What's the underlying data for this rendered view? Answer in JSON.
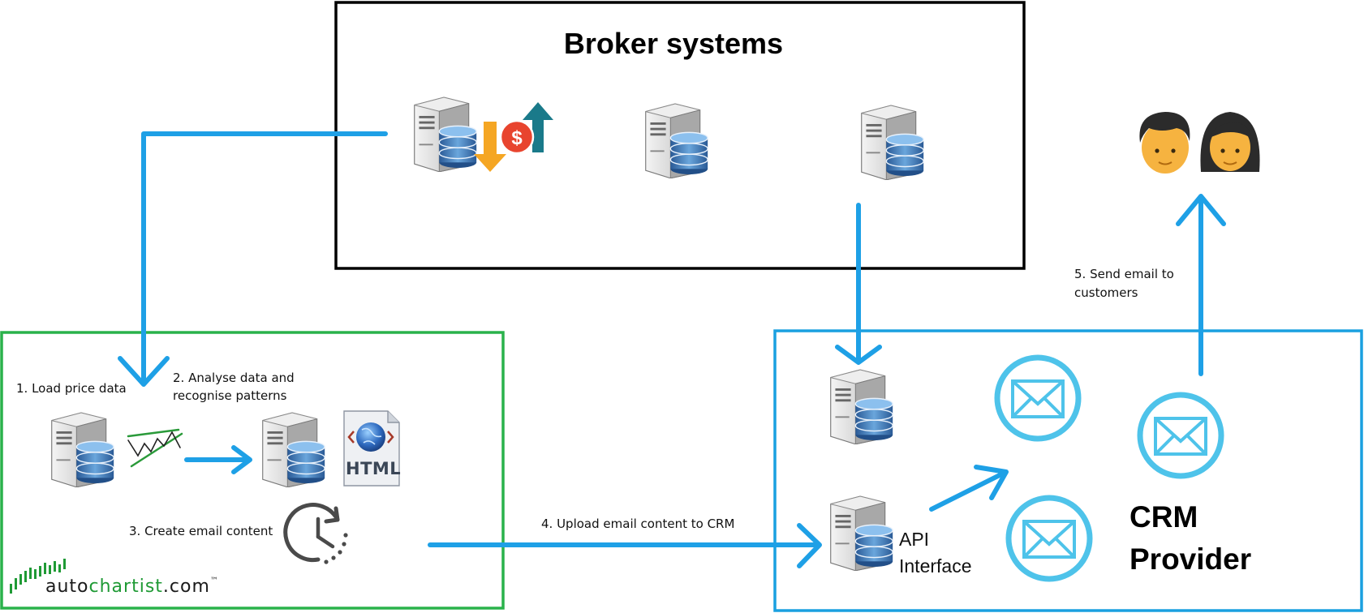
{
  "broker": {
    "title": "Broker systems"
  },
  "steps": {
    "load": "1. Load price data",
    "analyse_line1": "2. Analyse data and",
    "analyse_line2": "recognise patterns",
    "create": "3. Create email content",
    "upload": "4. Upload email content to CRM",
    "send_line1": "5. Send email to",
    "send_line2": "customers"
  },
  "html_badge": "HTML",
  "api": {
    "line1": "API",
    "line2": "Interface"
  },
  "crm": {
    "line1": "CRM",
    "line2": "Provider"
  },
  "logo": {
    "part1": "auto",
    "part2": "chartist",
    "part3": ".com",
    "tm": "™"
  },
  "colors": {
    "arrow": "#1ea0e6",
    "broker_border": "#000000",
    "autochartist_border": "#2ab24b",
    "crm_border": "#1aa0e0",
    "envelope": "#4ec3ea",
    "logo_green": "#1f9a35"
  },
  "icons": [
    "server-database-icon",
    "currency-exchange-icon",
    "triangle-pattern-icon",
    "html-file-icon",
    "clock-icon",
    "envelope-icon",
    "male-customer-icon",
    "female-customer-icon"
  ]
}
